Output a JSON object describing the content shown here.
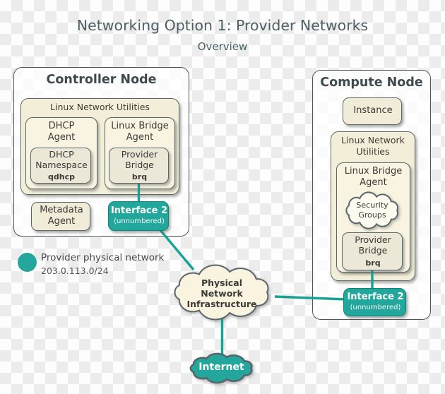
{
  "title": "Networking Option 1: Provider Networks",
  "subtitle": "Overview",
  "colors": {
    "accent_teal": "#23a79c",
    "teal_border": "#0e857a",
    "cream": "#f3eed8",
    "cream_light": "#f9f4e2",
    "cream_gray": "#ebe8d8",
    "box_border": "#5a676a",
    "node_border": "#4d585c",
    "text": "#3c3b37",
    "title_text": "#4c5f66"
  },
  "legend": {
    "label": "Provider physical network",
    "cidr": "203.0.113.0/24"
  },
  "controller": {
    "title": "Controller Node",
    "lnu_label": "Linux Network Utilities",
    "dhcp_agent_label": "DHCP\nAgent",
    "dhcp_namespace": {
      "label": "DHCP\nNamespace",
      "sub": "qdhcp"
    },
    "linux_bridge_agent_label": "Linux Bridge\nAgent",
    "provider_bridge": {
      "label": "Provider\nBridge",
      "sub": "brq"
    },
    "metadata_agent_label": "Metadata\nAgent",
    "interface2": {
      "label": "Interface 2",
      "sub": "(unnumbered)"
    }
  },
  "compute": {
    "title": "Compute Node",
    "instance_label": "Instance",
    "lnu_label": "Linux Network\nUtilities",
    "linux_bridge_agent_label": "Linux Bridge\nAgent",
    "security_groups_label": "Security\nGroups",
    "provider_bridge": {
      "label": "Provider\nBridge",
      "sub": "brq"
    },
    "interface2": {
      "label": "Interface 2",
      "sub": "(unnumbered)"
    }
  },
  "clouds": {
    "physical_network": "Physical\nNetwork\nInfrastructure",
    "internet": "Internet"
  }
}
